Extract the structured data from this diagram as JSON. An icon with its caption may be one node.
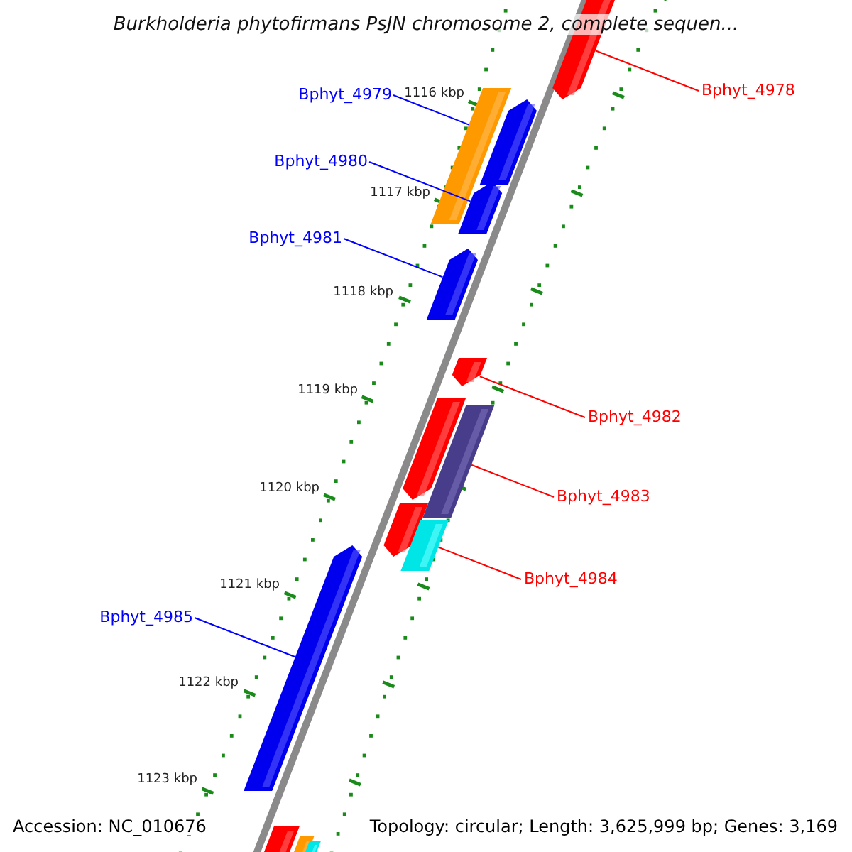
{
  "diagram": {
    "title": "Burkholderia phytofirmans PsJN chromosome 2, complete sequen...",
    "nodes": [
      {
        "text": [
          "Bphyt_4978"
        ]
      },
      {
        "text": [
          "Bphyt_4979"
        ]
      },
      {
        "text": [
          "Bphyt_4980"
        ]
      },
      {
        "text": [
          "Bphyt_4981"
        ]
      },
      {
        "text": [
          "Bphyt_4982"
        ]
      },
      {
        "text": [
          "Bphyt_4983"
        ]
      },
      {
        "text": [
          "Bphyt_4984"
        ]
      },
      {
        "text": [
          "Bphyt_4985"
        ]
      },
      {
        "text": [],
        "shape": "bar"
      },
      {
        "text": [],
        "shape": "bar"
      },
      {
        "text": [],
        "shape": "bar"
      },
      {
        "text": [],
        "shape": "bar"
      },
      {
        "text": [],
        "shape": "bar"
      },
      {
        "text": [],
        "shape": "bar"
      },
      {
        "text": [],
        "shape": "bar"
      },
      {
        "text": [],
        "shape": "bar"
      },
      {
        "text": [],
        "shape": "bar"
      },
      {
        "text": [],
        "shape": "bar"
      },
      {
        "text": [],
        "shape": "bar"
      },
      {
        "text": [],
        "shape": "bar"
      },
      {
        "text": [],
        "shape": "bar"
      },
      {
        "text": [],
        "shape": "bar"
      }
    ],
    "edges": [
      {
        "from": 0,
        "to": 8,
        "arrow": "none",
        "color": "#ff0000"
      },
      {
        "from": 1,
        "to": 9,
        "arrow": "none",
        "color": "#0000ff"
      },
      {
        "from": 2,
        "to": 11,
        "arrow": "none",
        "color": "#0000ff"
      },
      {
        "from": 3,
        "to": 12,
        "arrow": "none",
        "color": "#0000ff"
      },
      {
        "from": 4,
        "to": 13,
        "arrow": "none",
        "color": "#ff0000"
      },
      {
        "from": 5,
        "to": 15,
        "arrow": "none",
        "color": "#ff0000"
      },
      {
        "from": 6,
        "to": 17,
        "arrow": "none",
        "color": "#ff0000"
      },
      {
        "from": 7,
        "to": 18,
        "arrow": "none",
        "color": "#0000ff"
      }
    ],
    "labels": [
      "1116 kbp",
      "1117 kbp",
      "1118 kbp",
      "1119 kbp",
      "1120 kbp",
      "1121 kbp",
      "1122 kbp",
      "1123 kbp",
      "Accession: NC_010676",
      "Topology: circular; Length: 3,625,999 bp; Genes: 3,169"
    ]
  }
}
